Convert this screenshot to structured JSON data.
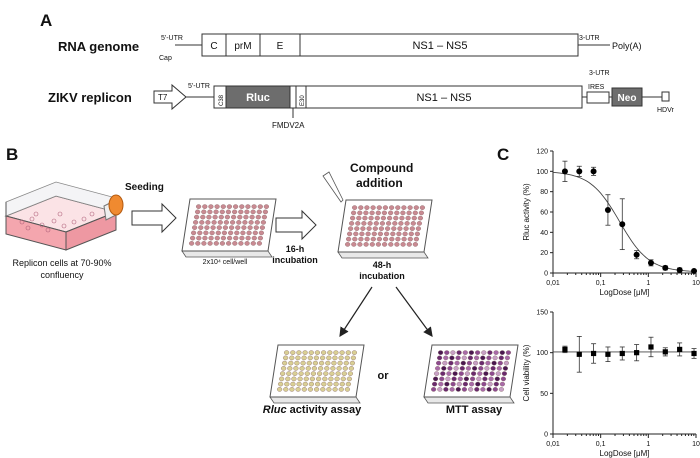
{
  "panels": {
    "a": "A",
    "b": "B",
    "c": "C"
  },
  "rna": {
    "title": "RNA genome",
    "utr5": "5'-UTR",
    "cap": "Cap",
    "c": "C",
    "prm": "prM",
    "e": "E",
    "ns": "NS1 – NS5",
    "utr3": "3-UTR",
    "polya": "Poly(A)"
  },
  "replicon": {
    "title": "ZIKV  replicon",
    "t7": "T7",
    "utr5": "5'-UTR",
    "c38": "C38",
    "rluc": "Rluc",
    "e30": "E30",
    "ns": "NS1 – NS5",
    "utr3": "3-UTR",
    "ires": "IRES",
    "neo": "Neo",
    "hdvr": "HDVr",
    "fmdv": "FMDV2A"
  },
  "workflow": {
    "cells_line1": "Replicon cells at 70-90%",
    "cells_line2": "confluency",
    "seeding": "Seeding",
    "density": "2x10⁴ cell/well",
    "incub16_line1": "16-h",
    "incub16_line2": "incubation",
    "compound_line1": "Compound",
    "compound_line2": "addition",
    "incub48_line1": "48-h",
    "incub48_line2": "incubation",
    "or": "or",
    "rluc_italic": "Rluc",
    "rluc_rest": " activity assay",
    "mtt": "MTT assay"
  },
  "colors": {
    "dark_block": "#6d6d6d",
    "flask_medium": "#f4a6ae",
    "flask_cap": "#f08a30",
    "well_pink": "#c98a92",
    "well_yellow": "#d9cf94",
    "well_purple": "#6a2a6e"
  },
  "chart_data": [
    {
      "type": "scatter",
      "title": "",
      "xlabel": "LogDose [μM]",
      "ylabel": "Rluc activity (%)",
      "xscale": "log",
      "xlim": [
        0.01,
        10
      ],
      "ylim": [
        0,
        120
      ],
      "xticks": [
        "0,01",
        "0,1",
        "1",
        "10"
      ],
      "yticks": [
        "0",
        "20",
        "40",
        "60",
        "80",
        "100",
        "120"
      ],
      "marker": "circle",
      "fit": "sigmoidal dose-response",
      "points": [
        {
          "x": 0.0178,
          "y": 100,
          "err": 10
        },
        {
          "x": 0.0356,
          "y": 100,
          "err": 5
        },
        {
          "x": 0.071,
          "y": 100,
          "err": 4
        },
        {
          "x": 0.142,
          "y": 62,
          "err": 15
        },
        {
          "x": 0.284,
          "y": 48,
          "err": 25
        },
        {
          "x": 0.568,
          "y": 18,
          "err": 4
        },
        {
          "x": 1.136,
          "y": 10,
          "err": 3
        },
        {
          "x": 2.27,
          "y": 5,
          "err": 2
        },
        {
          "x": 4.54,
          "y": 3,
          "err": 2
        },
        {
          "x": 9.09,
          "y": 2,
          "err": 1
        }
      ]
    },
    {
      "type": "scatter",
      "title": "",
      "xlabel": "LogDose [μM]",
      "ylabel": "Cell viability (%)",
      "xscale": "log",
      "xlim": [
        0.01,
        10
      ],
      "ylim": [
        0,
        150
      ],
      "xticks": [
        "0,01",
        "0,1",
        "1",
        "10"
      ],
      "yticks": [
        "0",
        "50",
        "100",
        "150"
      ],
      "marker": "square",
      "fit": "flat line",
      "points": [
        {
          "x": 0.0178,
          "y": 104,
          "err": 4
        },
        {
          "x": 0.0356,
          "y": 98,
          "err": 22
        },
        {
          "x": 0.071,
          "y": 99,
          "err": 12
        },
        {
          "x": 0.142,
          "y": 98,
          "err": 9
        },
        {
          "x": 0.284,
          "y": 99,
          "err": 8
        },
        {
          "x": 0.568,
          "y": 100,
          "err": 10
        },
        {
          "x": 1.136,
          "y": 107,
          "err": 12
        },
        {
          "x": 2.27,
          "y": 101,
          "err": 5
        },
        {
          "x": 4.54,
          "y": 104,
          "err": 8
        },
        {
          "x": 9.09,
          "y": 99,
          "err": 6
        }
      ]
    }
  ]
}
